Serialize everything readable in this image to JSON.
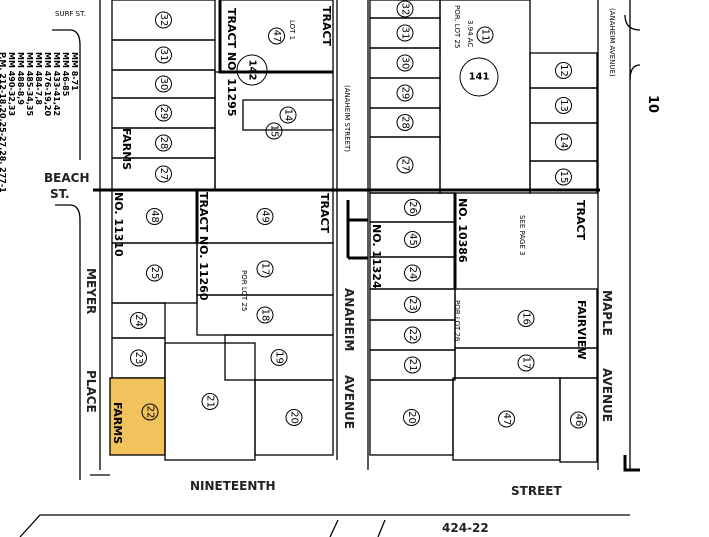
{
  "map": {
    "page_number": "10",
    "bottom_reference": "424-22",
    "highlight_color": "#f2c35c",
    "highlighted_parcel": "22",
    "references": [
      "MM 8-71",
      "MM 46-85",
      "MM 433-41,42",
      "MM 476-19,20",
      "MM 484-7,8",
      "MM 485-34,35",
      "MM 488-8,9",
      "MM 490-32,33",
      "P.M. 212-18,20,25-27,28, 277-1"
    ],
    "streets": {
      "surf": "SURF ST.",
      "beach_1": "BEACH",
      "beach_2": "ST.",
      "meyer_1": "MEYER",
      "meyer_2": "PLACE",
      "anaheim_1": "ANAHEIM",
      "anaheim_2": "AVENUE",
      "anaheim_old": "(ANAHEIM STREET)",
      "maple_1": "MAPLE",
      "maple_2": "AVENUE",
      "maple_old": "(ANAHEIM AVENUE)",
      "nineteenth_1": "NINETEENTH",
      "nineteenth_2": "STREET"
    },
    "tracts": {
      "t11295": "TRACT NO. 11295",
      "t11260": "TRACT NO. 11260",
      "t11310": "NO. 11310",
      "t11324": "NO. 11324",
      "t10386_a": "TRACT",
      "t10386_b": "NO. 10386",
      "tract_top": "TRACT",
      "tract_mid": "TRACT",
      "farms_1": "FARMS",
      "farms_2": "FARMS",
      "fairview": "FAIRVIEW"
    },
    "blocks": {
      "west": "142",
      "east": "141"
    },
    "notes": {
      "see_page": "SEE PAGE 3",
      "por_lot_25": "POR. LOT 25",
      "por_lot_26": "POR LOT 26",
      "por_lot_25b": "POR LOT 25",
      "acres": "3.94 AC",
      "lot1": "LOT 1"
    },
    "parcels_west": [
      "32",
      "31",
      "30",
      "29",
      "28",
      "27",
      "47",
      "15",
      "14",
      "48",
      "49",
      "25",
      "17",
      "18",
      "24",
      "23",
      "22",
      "21",
      "19",
      "20"
    ],
    "parcels_east": [
      "32",
      "31",
      "30",
      "29",
      "28",
      "27",
      "11",
      "12",
      "13",
      "14",
      "15",
      "26",
      "45",
      "24",
      "23",
      "22",
      "21",
      "20",
      "16",
      "17",
      "47",
      "46"
    ]
  }
}
